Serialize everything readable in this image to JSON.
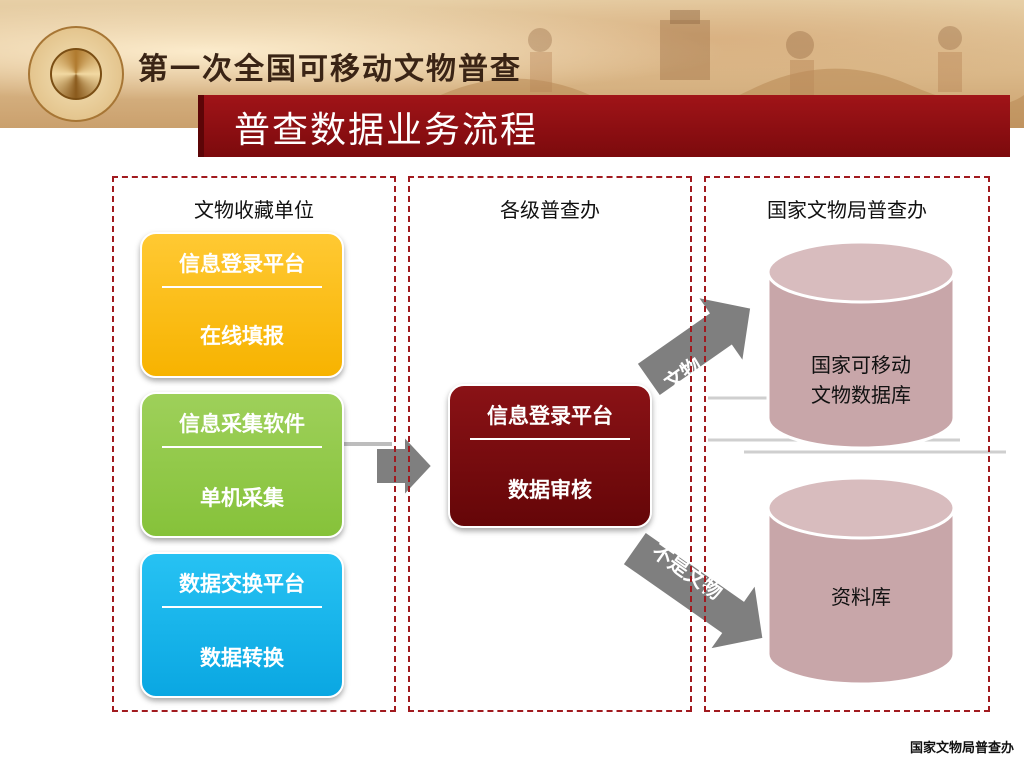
{
  "header": {
    "program_title": "第一次全国可移动文物普查",
    "slide_title": "普查数据业务流程"
  },
  "panels": {
    "left": {
      "header": "文物收藏单位"
    },
    "mid": {
      "header": "各级普查办"
    },
    "right": {
      "header": "国家文物局普查办"
    }
  },
  "platforms": {
    "entry": {
      "top": "信息登录平台",
      "bottom": "在线填报"
    },
    "software": {
      "top": "信息采集软件",
      "bottom": "单机采集"
    },
    "exchange": {
      "top": "数据交换平台",
      "bottom": "数据转换"
    },
    "review": {
      "top": "信息登录平台",
      "bottom": "数据审核"
    }
  },
  "databases": {
    "relics_line1": "国家可移动",
    "relics_line2": "文物数据库",
    "archive": "资料库"
  },
  "arrows": {
    "is_relic": "文物",
    "not_relic": "不是文物"
  },
  "footer": "国家文物局普查办",
  "colors": {
    "title_bar": "#8b0b0e",
    "panel_border": "#a11a1f",
    "yellow": "#f7b300",
    "green": "#86c23a",
    "blue": "#0aa7e2",
    "dark_red": "#6e0709",
    "cylinder": "#c9a7aa",
    "arrow": "#7f7f7f"
  }
}
